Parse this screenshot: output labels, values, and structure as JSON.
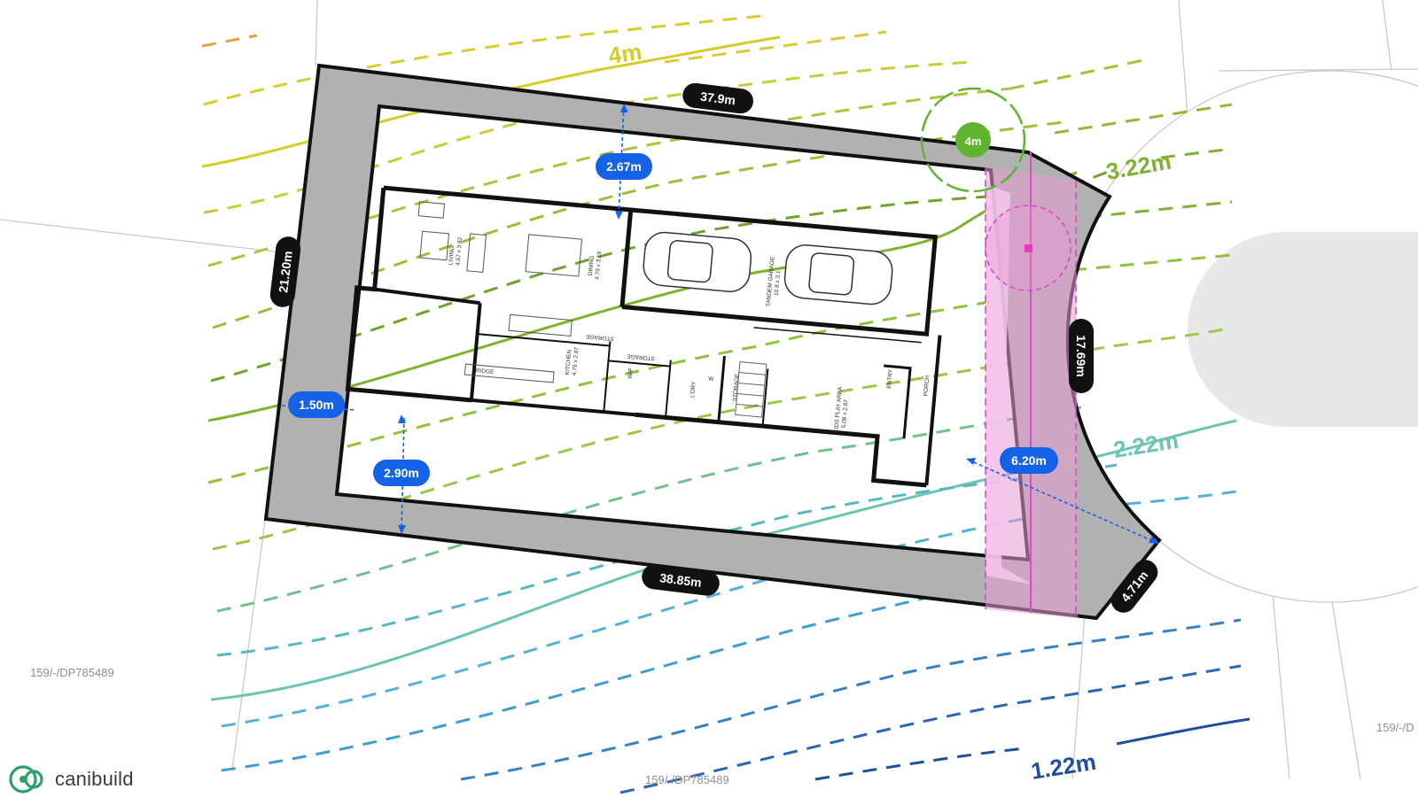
{
  "lots": {
    "left": "159/-/DP785489",
    "bottom": "159/-/DP785489",
    "right": "159/-/D"
  },
  "contours": [
    {
      "label": "4m",
      "color": "#d7cb2a"
    },
    {
      "label": "3.22m",
      "color": "#7fb22e"
    },
    {
      "label": "2.22m",
      "color": "#6cc4b4"
    },
    {
      "label": "1.22m",
      "color": "#1f4f9a"
    }
  ],
  "boundary": {
    "top": "37.9m",
    "bottom": "38.85m",
    "left": "21.20m",
    "right_arc": "17.69m",
    "corner": "4.71m"
  },
  "setbacks": {
    "front_top": "2.67m",
    "side_left": "1.50m",
    "rear_bottom": "2.90m",
    "driveway": "6.20m"
  },
  "tree": {
    "label": "4m",
    "color": "#5fb32f"
  },
  "rooms": {
    "living": "LIVING",
    "living_dim": "4.67 x 3.82",
    "dining": "DINING",
    "dining_dim": "4.79 x 3.19",
    "kitchen": "KITCHEN",
    "kitchen_dim": "4.79 x 2.87",
    "garage": "TANDEM GARAGE",
    "garage_dim": "10.8 x 3.1",
    "storage1": "STORAGE",
    "storage2": "STORAGE",
    "storage3": "STORAGE",
    "wip": "WIP",
    "ldry": "L'DRY",
    "wc": "W",
    "fridge": "FRIDGE",
    "kids": "KIDS PLAY AREA",
    "kids_dim": "5.08 x 2.87",
    "entry": "ENTRY",
    "porch": "PORCH"
  },
  "brand": {
    "name": "canibuild",
    "color": "#2e9e6c"
  }
}
